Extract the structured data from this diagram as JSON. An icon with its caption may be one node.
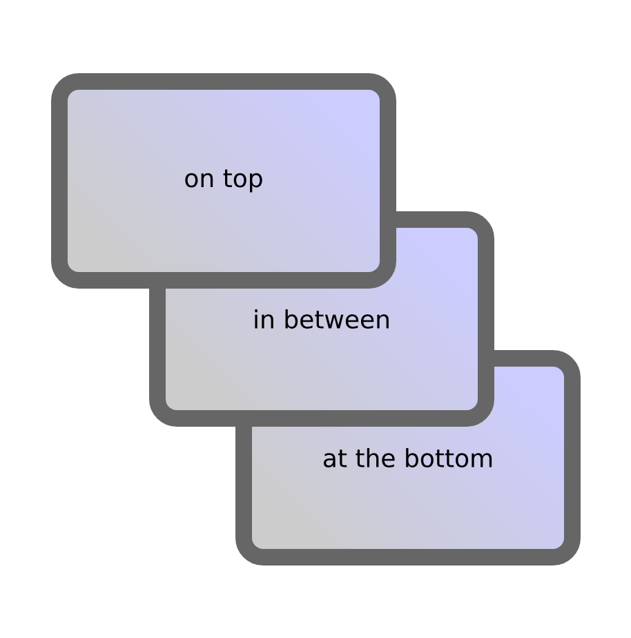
{
  "diagram": {
    "nodes": [
      {
        "text": [
          "on top"
        ]
      },
      {
        "text": [
          "in between"
        ]
      },
      {
        "text": [
          "at the bottom"
        ]
      }
    ]
  }
}
